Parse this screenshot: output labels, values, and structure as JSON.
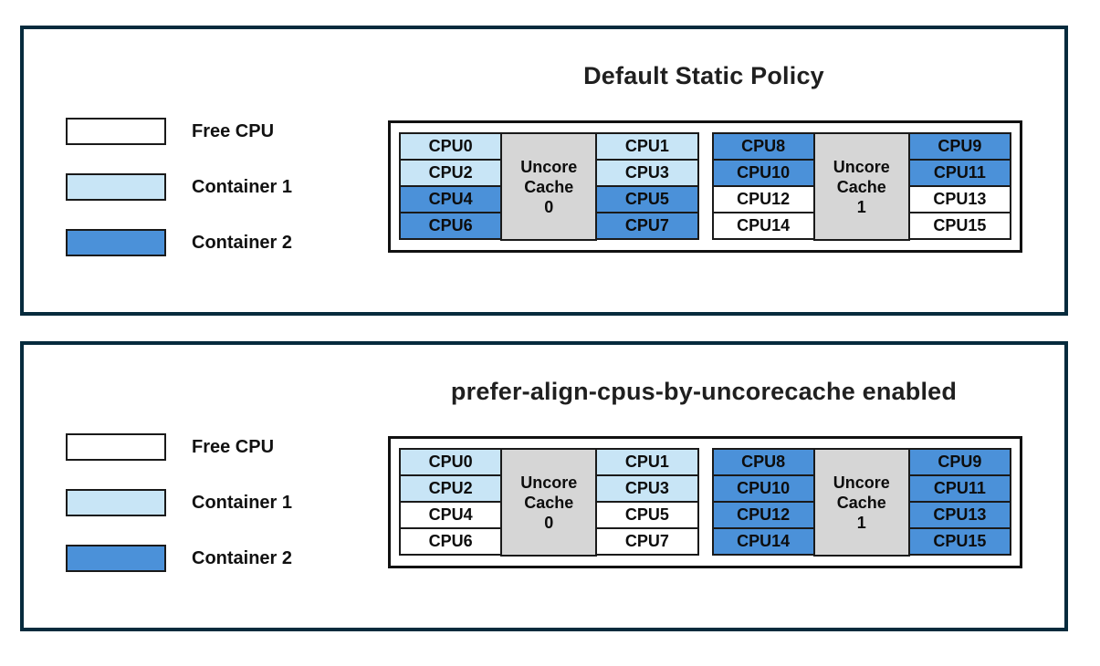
{
  "colors": {
    "free": "#FFFFFF",
    "container1": "#C8E5F6",
    "container2": "#4B91D9",
    "cache_bg": "#D6D6D6",
    "panel_border": "#062B3D"
  },
  "legend": [
    {
      "label": "Free CPU",
      "state": "free"
    },
    {
      "label": "Container 1",
      "state": "container1"
    },
    {
      "label": "Container 2",
      "state": "container2"
    }
  ],
  "panels": [
    {
      "title": "Default Static Policy",
      "clusters": [
        {
          "cache_label": "Uncore\nCache\n0",
          "left_cpus": [
            {
              "label": "CPU0",
              "state": "container1"
            },
            {
              "label": "CPU2",
              "state": "container1"
            },
            {
              "label": "CPU4",
              "state": "container2"
            },
            {
              "label": "CPU6",
              "state": "container2"
            }
          ],
          "right_cpus": [
            {
              "label": "CPU1",
              "state": "container1"
            },
            {
              "label": "CPU3",
              "state": "container1"
            },
            {
              "label": "CPU5",
              "state": "container2"
            },
            {
              "label": "CPU7",
              "state": "container2"
            }
          ]
        },
        {
          "cache_label": "Uncore\nCache\n1",
          "left_cpus": [
            {
              "label": "CPU8",
              "state": "container2"
            },
            {
              "label": "CPU10",
              "state": "container2"
            },
            {
              "label": "CPU12",
              "state": "free"
            },
            {
              "label": "CPU14",
              "state": "free"
            }
          ],
          "right_cpus": [
            {
              "label": "CPU9",
              "state": "container2"
            },
            {
              "label": "CPU11",
              "state": "container2"
            },
            {
              "label": "CPU13",
              "state": "free"
            },
            {
              "label": "CPU15",
              "state": "free"
            }
          ]
        }
      ]
    },
    {
      "title": "prefer-align-cpus-by-uncorecache enabled",
      "clusters": [
        {
          "cache_label": "Uncore\nCache\n0",
          "left_cpus": [
            {
              "label": "CPU0",
              "state": "container1"
            },
            {
              "label": "CPU2",
              "state": "container1"
            },
            {
              "label": "CPU4",
              "state": "free"
            },
            {
              "label": "CPU6",
              "state": "free"
            }
          ],
          "right_cpus": [
            {
              "label": "CPU1",
              "state": "container1"
            },
            {
              "label": "CPU3",
              "state": "container1"
            },
            {
              "label": "CPU5",
              "state": "free"
            },
            {
              "label": "CPU7",
              "state": "free"
            }
          ]
        },
        {
          "cache_label": "Uncore\nCache\n1",
          "left_cpus": [
            {
              "label": "CPU8",
              "state": "container2"
            },
            {
              "label": "CPU10",
              "state": "container2"
            },
            {
              "label": "CPU12",
              "state": "container2"
            },
            {
              "label": "CPU14",
              "state": "container2"
            }
          ],
          "right_cpus": [
            {
              "label": "CPU9",
              "state": "container2"
            },
            {
              "label": "CPU11",
              "state": "container2"
            },
            {
              "label": "CPU13",
              "state": "container2"
            },
            {
              "label": "CPU15",
              "state": "container2"
            }
          ]
        }
      ]
    }
  ]
}
